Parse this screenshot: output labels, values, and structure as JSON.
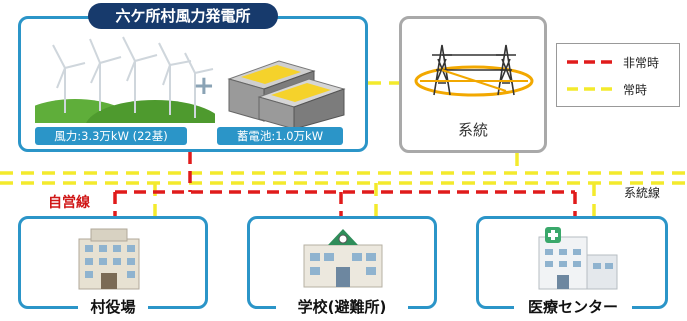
{
  "plant": {
    "title": "六ケ所村風力発電所",
    "wind_caption": "風力:3.3万kW (22基)",
    "battery_caption": "蓄電池:1.0万kW",
    "plus": "+"
  },
  "grid": {
    "label": "系統"
  },
  "legend": {
    "emergency_label": "非常時",
    "normal_label": "常時",
    "emergency_color": "#e01b1b",
    "normal_color": "#f3ea2c"
  },
  "lines": {
    "grid_line_label": "系統線",
    "self_line_label": "自営線"
  },
  "facilities": {
    "village_office": "村役場",
    "school": "学校(避難所)",
    "medical_center": "医療センター"
  },
  "colors": {
    "accent_blue": "#2b95c8",
    "title_navy": "#173a6c",
    "grid_gray": "#a9a9a9"
  }
}
